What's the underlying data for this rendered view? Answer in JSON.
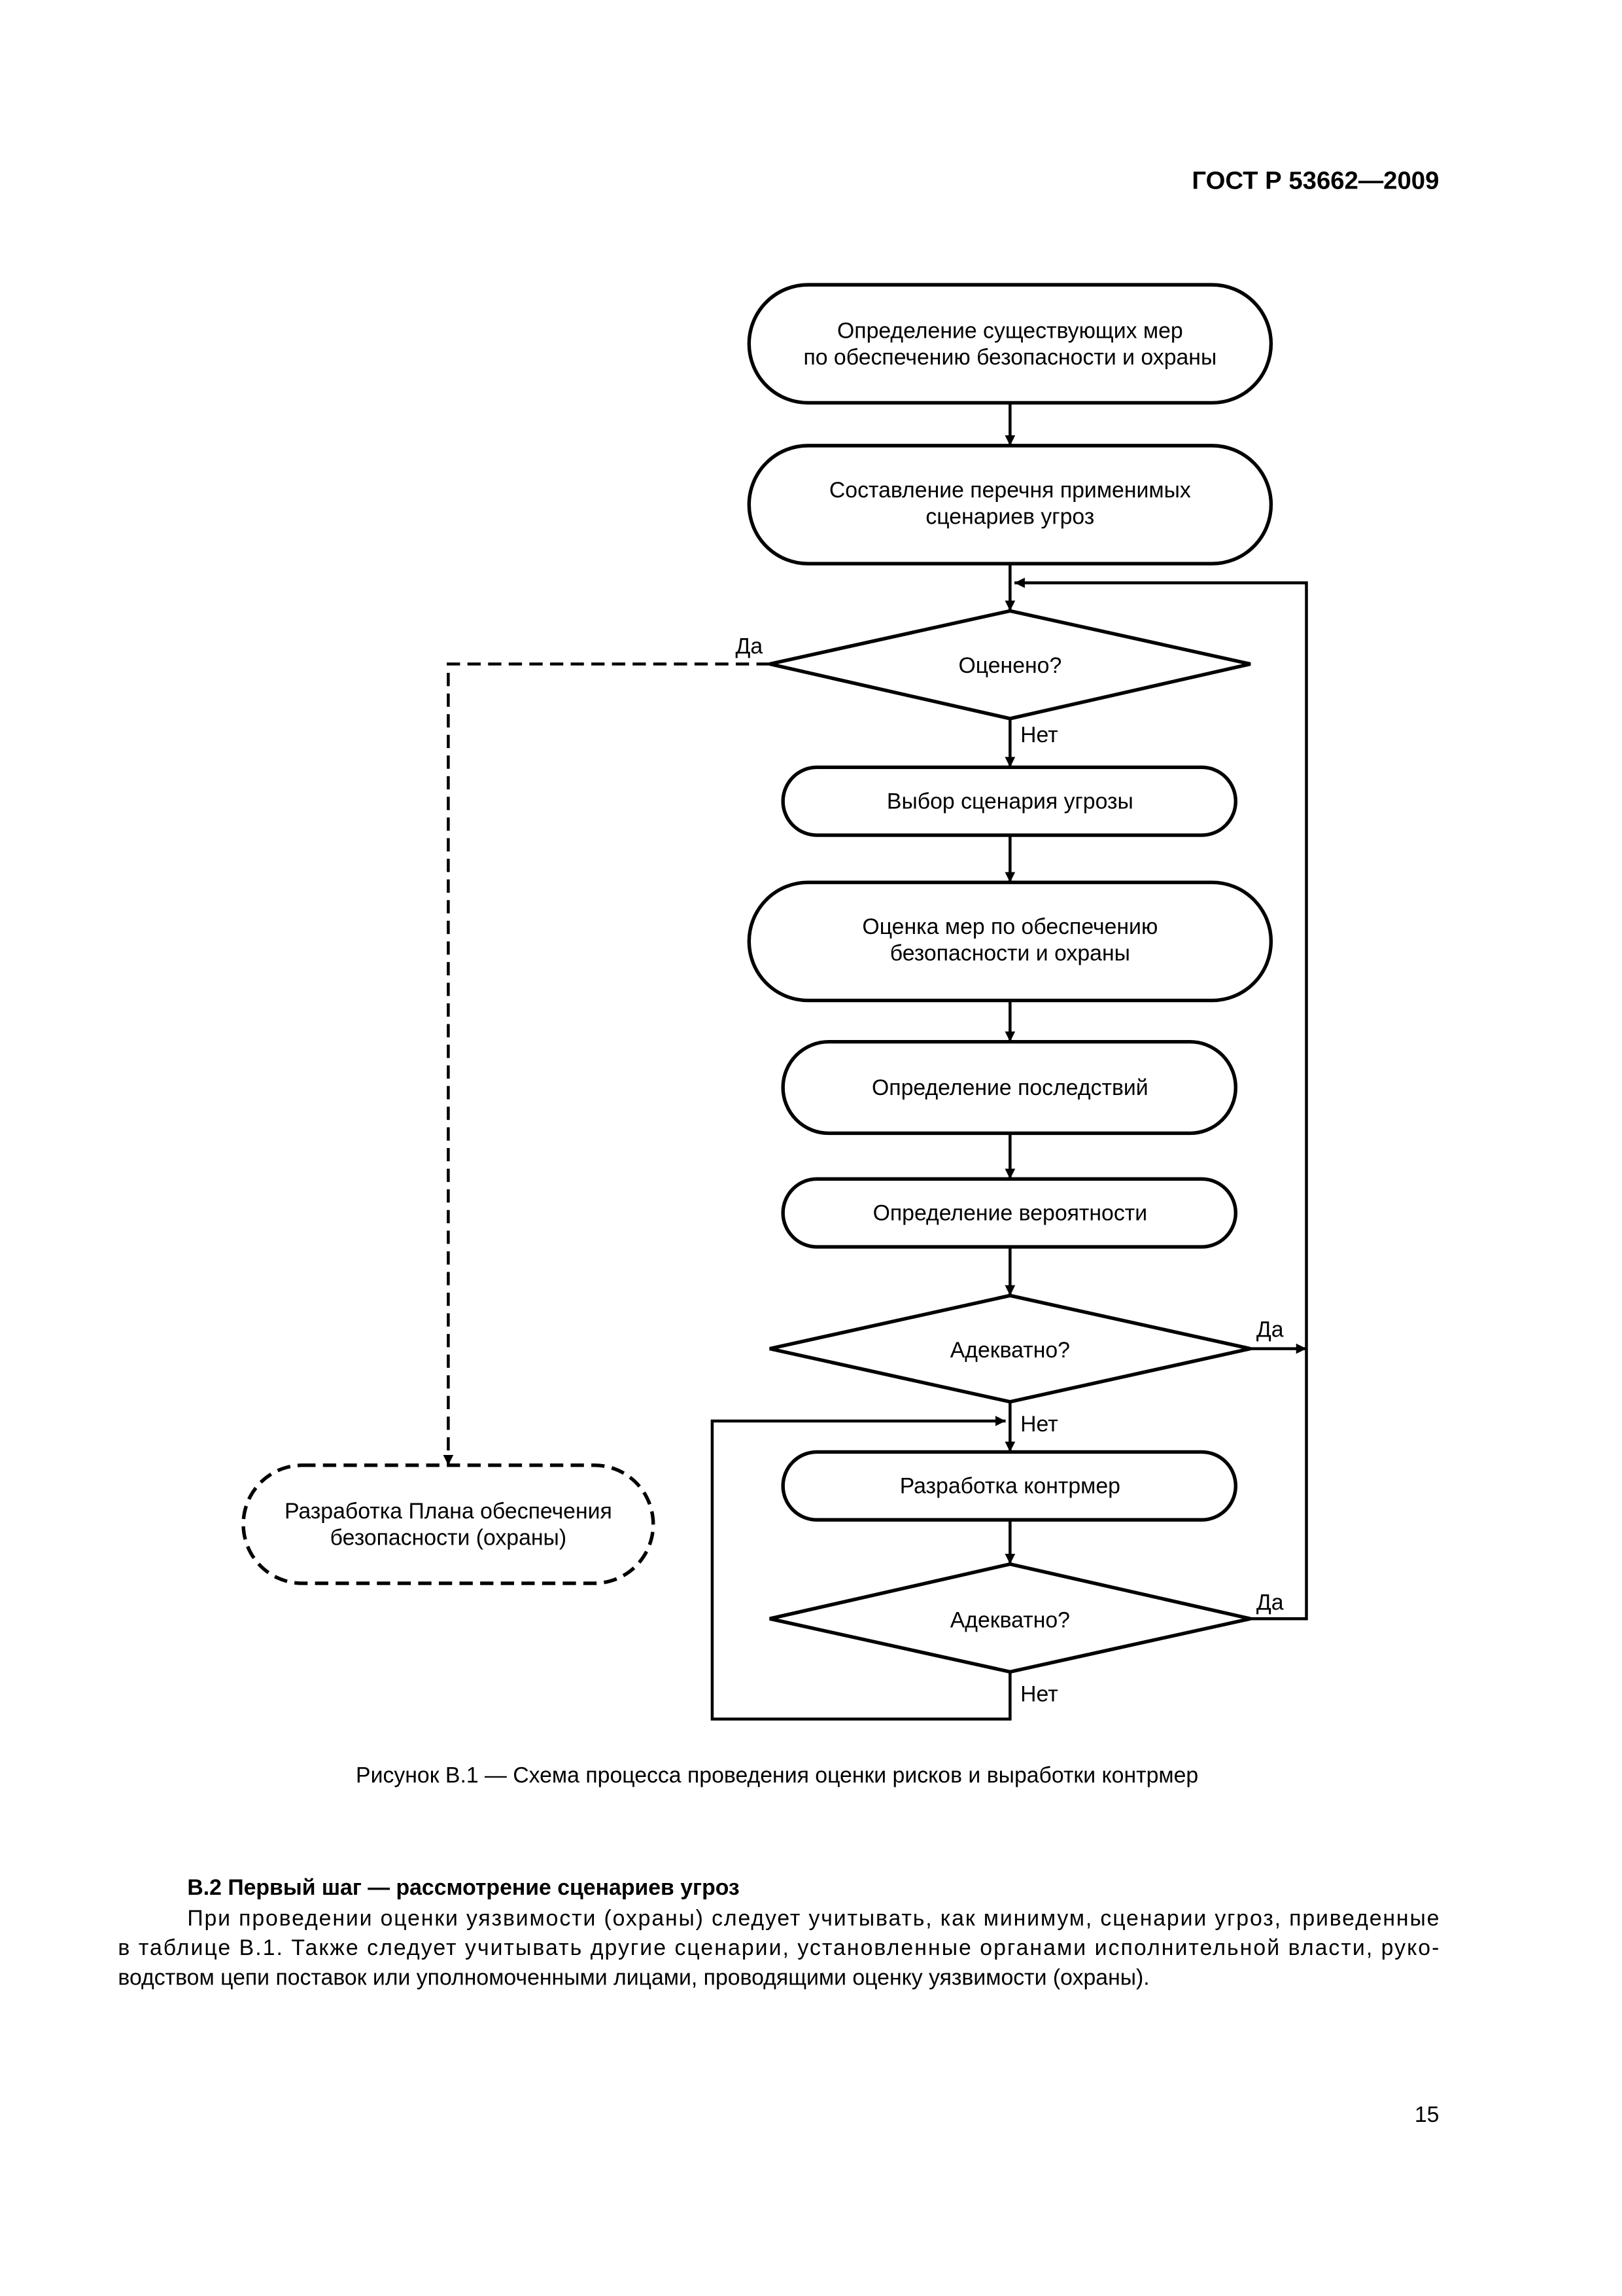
{
  "header": {
    "standard": "ГОСТ Р 53662—2009"
  },
  "flowchart": {
    "step1": [
      "Определение существующих мер",
      "по обеспечению безопасности и охраны"
    ],
    "step2": [
      "Составление перечня применимых",
      "сценариев угроз"
    ],
    "decision1": "Оценено?",
    "step3": "Выбор сценария угрозы",
    "step4": [
      "Оценка мер по обеспечению",
      "безопасности и охраны"
    ],
    "step5": "Определение последствий",
    "step6": "Определение вероятности",
    "decision2": "Адекватно?",
    "step7": "Разработка контрмер",
    "decision3": "Адекватно?",
    "plan": [
      "Разработка Плана обеспечения",
      "безопасности (охраны)"
    ],
    "yes": "Да",
    "no": "Нет"
  },
  "caption": "Рисунок В.1 — Схема процесса проведения оценки рисков и выработки контрмер",
  "section": {
    "heading": "В.2  Первый шаг — рассмотрение сценариев угроз",
    "lines": [
      "При проведении оценки уязвимости (охраны) следует учитывать, как минимум, сценарии угроз, приведенные",
      "в таблице В.1. Также следует учитывать другие сценарии, установленные органами исполнительной власти, руко-",
      "водством цепи поставок или уполномоченными лицами, проводящими оценку уязвимости (охраны)."
    ]
  },
  "page_number": "15"
}
